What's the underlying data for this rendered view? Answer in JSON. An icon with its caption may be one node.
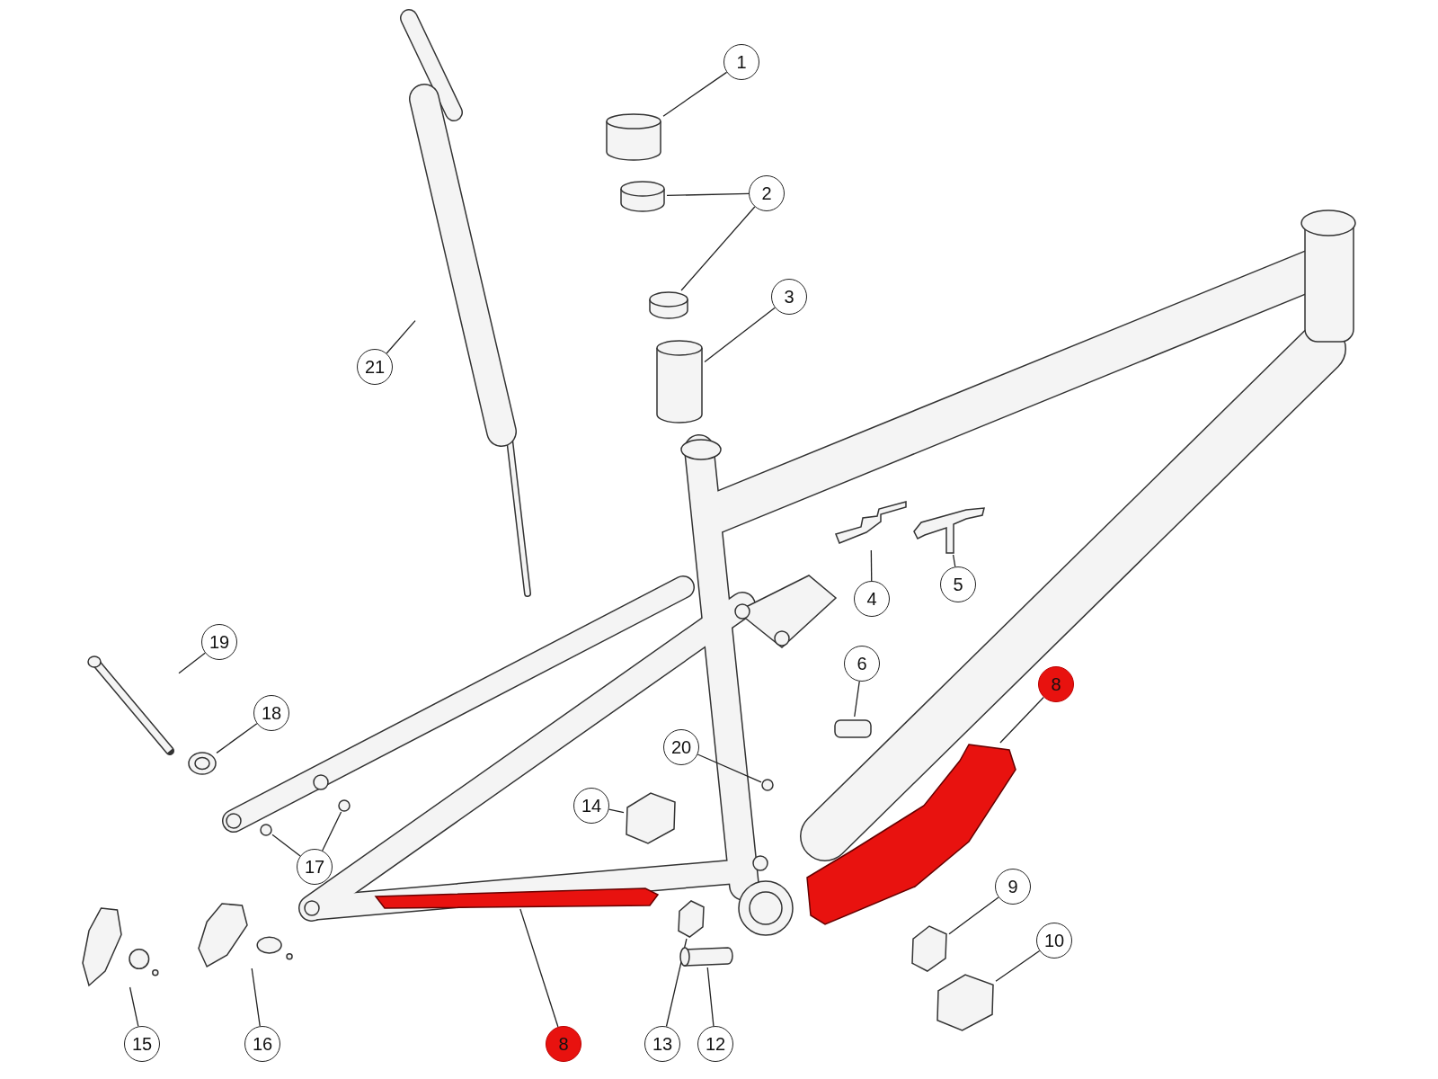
{
  "diagram": {
    "nodes": [
      {
        "text": [
          "1"
        ]
      },
      {
        "text": [],
        "shape": "cylinder"
      },
      {
        "text": [
          "2"
        ]
      },
      {
        "text": [],
        "shape": "cylinder"
      },
      {
        "text": [],
        "shape": "cylinder"
      },
      {
        "text": [
          "3"
        ]
      },
      {
        "text": [],
        "shape": "cylinder"
      },
      {
        "text": [
          "21"
        ]
      },
      {
        "text": [],
        "shape": "picture"
      },
      {
        "text": [
          "4"
        ]
      },
      {
        "text": [],
        "shape": "picture"
      },
      {
        "text": [
          "5"
        ]
      },
      {
        "text": [],
        "shape": "picture"
      },
      {
        "text": [
          "6"
        ]
      },
      {
        "text": [],
        "shape": "box"
      },
      {
        "text": [
          "19"
        ]
      },
      {
        "text": [],
        "shape": "picture"
      },
      {
        "text": [
          "18"
        ]
      },
      {
        "text": [],
        "shape": "picture"
      },
      {
        "text": [
          "8"
        ]
      },
      {
        "text": [],
        "shape": "picture"
      },
      {
        "text": [
          "20"
        ]
      },
      {
        "text": [],
        "shape": "circle"
      },
      {
        "text": [
          "14"
        ]
      },
      {
        "text": [],
        "shape": "picture"
      },
      {
        "text": [
          "17"
        ]
      },
      {
        "text": [],
        "shape": "circle"
      },
      {
        "text": [],
        "shape": "circle"
      },
      {
        "text": [
          "9"
        ]
      },
      {
        "text": [],
        "shape": "picture"
      },
      {
        "text": [
          "10"
        ]
      },
      {
        "text": [],
        "shape": "picture"
      },
      {
        "text": [
          "15"
        ]
      },
      {
        "text": [],
        "shape": "picture"
      },
      {
        "text": [
          "16"
        ]
      },
      {
        "text": [],
        "shape": "picture"
      },
      {
        "text": [
          "8"
        ]
      },
      {
        "text": [],
        "shape": "picture"
      },
      {
        "text": [
          "13"
        ]
      },
      {
        "text": [],
        "shape": "picture"
      },
      {
        "text": [
          "12"
        ]
      },
      {
        "text": [],
        "shape": "cylinder"
      }
    ],
    "edges": [
      {
        "from": 0,
        "to": 1,
        "arrow": "none"
      },
      {
        "from": 2,
        "to": 3,
        "arrow": "none"
      },
      {
        "from": 2,
        "to": 4,
        "arrow": "none"
      },
      {
        "from": 5,
        "to": 6,
        "arrow": "none"
      },
      {
        "from": 7,
        "to": 8,
        "arrow": "none"
      },
      {
        "from": 9,
        "to": 10,
        "arrow": "none"
      },
      {
        "from": 11,
        "to": 12,
        "arrow": "none"
      },
      {
        "from": 13,
        "to": 14,
        "arrow": "none"
      },
      {
        "from": 15,
        "to": 16,
        "arrow": "none"
      },
      {
        "from": 17,
        "to": 18,
        "arrow": "none"
      },
      {
        "from": 19,
        "to": 20,
        "arrow": "none"
      },
      {
        "from": 21,
        "to": 22,
        "arrow": "none"
      },
      {
        "from": 23,
        "to": 24,
        "arrow": "none"
      },
      {
        "from": 25,
        "to": 26,
        "arrow": "none"
      },
      {
        "from": 25,
        "to": 27,
        "arrow": "none"
      },
      {
        "from": 28,
        "to": 29,
        "arrow": "none"
      },
      {
        "from": 30,
        "to": 31,
        "arrow": "none"
      },
      {
        "from": 32,
        "to": 33,
        "arrow": "none"
      },
      {
        "from": 34,
        "to": 35,
        "arrow": "none"
      },
      {
        "from": 36,
        "to": 37,
        "arrow": "none"
      },
      {
        "from": 38,
        "to": 39,
        "arrow": "none"
      },
      {
        "from": 40,
        "to": 41,
        "arrow": "none"
      }
    ]
  }
}
